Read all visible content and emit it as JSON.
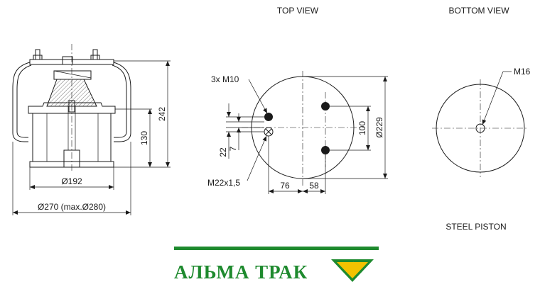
{
  "views": {
    "top_view": "TOP VIEW",
    "bottom_view": "BOTTOM VIEW",
    "steel_piston": "STEEL PISTON"
  },
  "side_dims": {
    "height_total": "242",
    "height_piston": "130",
    "dia_piston": "Ø192",
    "dia_bellow": "Ø270 (max.Ø280)"
  },
  "top_dims": {
    "bolts": "3x M10",
    "air_inlet": "M22x1,5",
    "diameter": "Ø229",
    "spacing_vertical": "100",
    "offset_22": "22",
    "offset_7": "7",
    "offset_76": "76",
    "offset_58": "58"
  },
  "bottom_dims": {
    "thread": "M16"
  },
  "brand": {
    "name": "АЛЬМА ТРАК",
    "green": "#1e8a2e",
    "yellow": "#f2c200"
  }
}
